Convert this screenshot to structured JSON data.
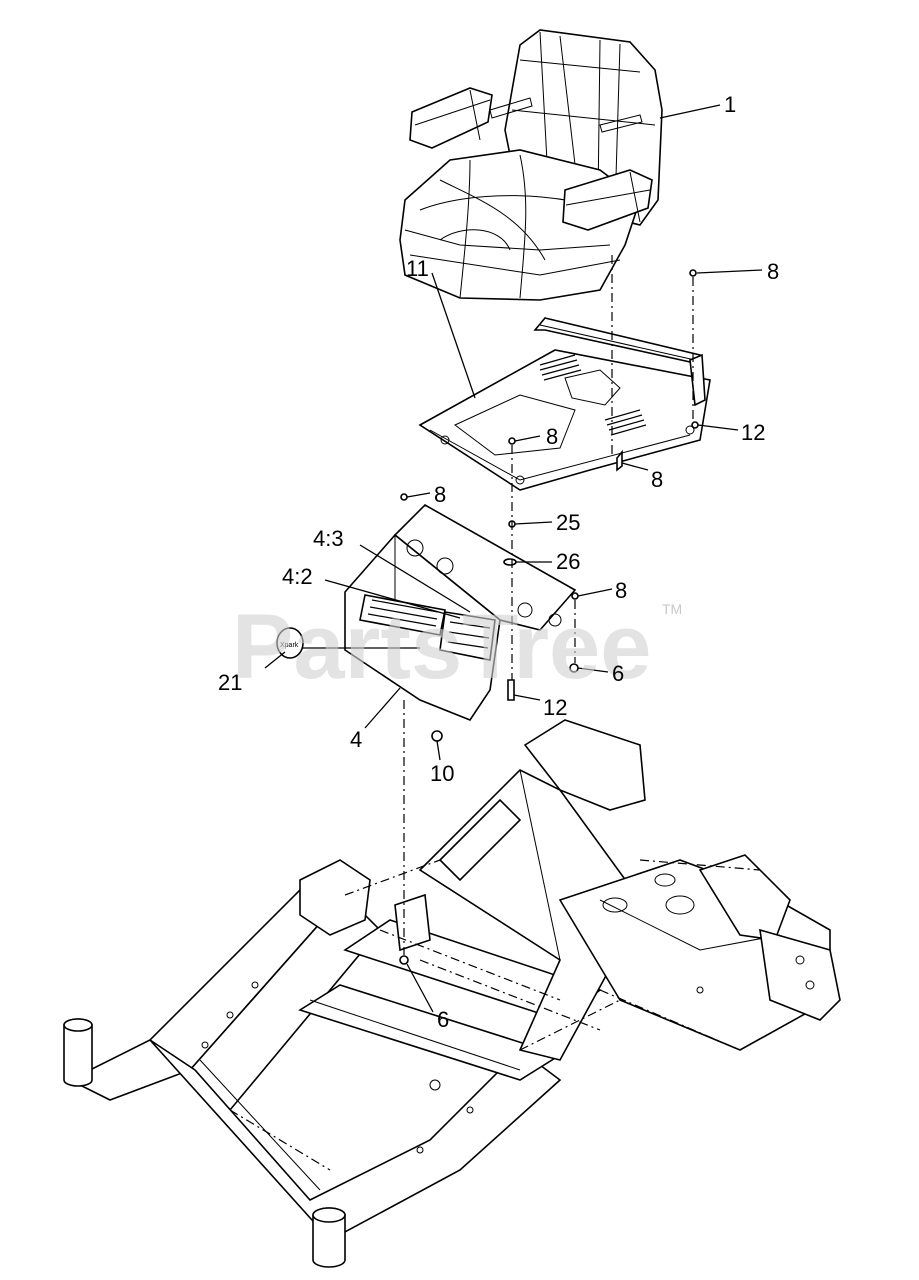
{
  "watermark": {
    "text": "PartsTree",
    "trademark": "TM"
  },
  "callouts": [
    {
      "id": "c1",
      "label": "1"
    },
    {
      "id": "c11",
      "label": "11"
    },
    {
      "id": "c8a",
      "label": "8"
    },
    {
      "id": "c8b",
      "label": "8"
    },
    {
      "id": "c12a",
      "label": "12"
    },
    {
      "id": "c8c",
      "label": "8"
    },
    {
      "id": "c8d",
      "label": "8"
    },
    {
      "id": "c25",
      "label": "25"
    },
    {
      "id": "c43",
      "label": "4:3"
    },
    {
      "id": "c26",
      "label": "26"
    },
    {
      "id": "c42",
      "label": "4:2"
    },
    {
      "id": "c8e",
      "label": "8"
    },
    {
      "id": "c21",
      "label": "21"
    },
    {
      "id": "c6a",
      "label": "6"
    },
    {
      "id": "c12b",
      "label": "12"
    },
    {
      "id": "c4",
      "label": "4"
    },
    {
      "id": "c10",
      "label": "10"
    },
    {
      "id": "c6b",
      "label": "6"
    }
  ],
  "decal": {
    "logo_text": "Xpark"
  }
}
